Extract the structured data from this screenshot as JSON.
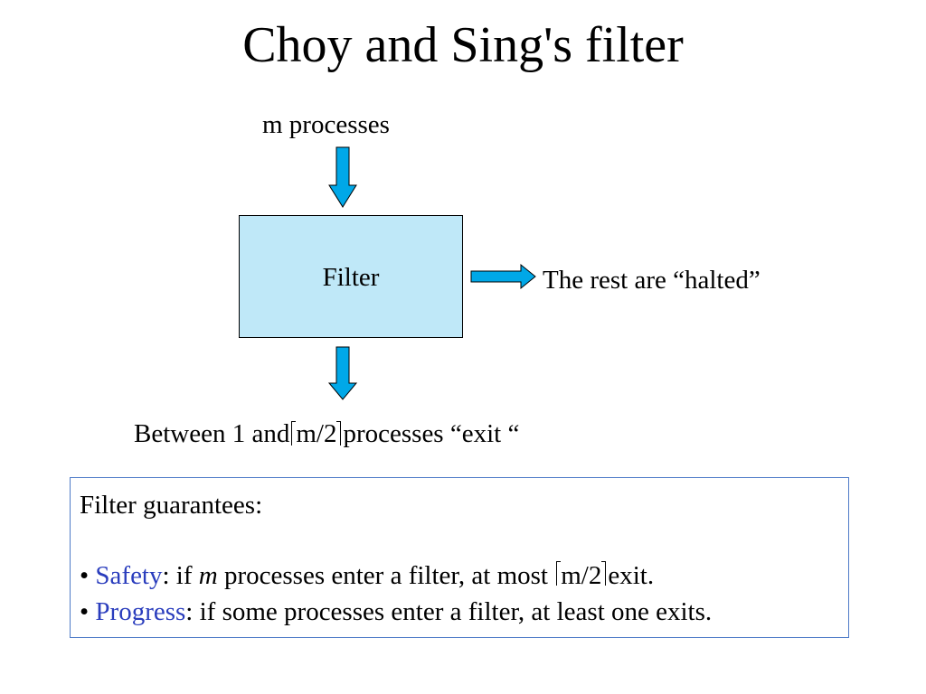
{
  "title": "Choy and Sing's filter",
  "diagram": {
    "input_label": "m processes",
    "filter_label": "Filter",
    "halted_label": "The rest are “halted”",
    "exit_label": {
      "prefix": "Between 1 and",
      "ceil_expr": "m/2",
      "suffix": "processes “exit “"
    }
  },
  "guarantees": {
    "heading": "Filter guarantees:",
    "safety": {
      "bullet": "• ",
      "term": "Safety",
      "text_1": ": if ",
      "var": "m",
      "text_2": " processes enter a filter, at most ",
      "ceil_expr": "m/2",
      "text_3": "exit."
    },
    "progress": {
      "bullet": "• ",
      "term": "Progress",
      "text": ": if some processes enter a filter, at least one exits."
    }
  },
  "colors": {
    "arrow_fill": "#00a8e8",
    "box_fill": "#bfe8f8",
    "accent_text": "#2a3dbd",
    "panel_border": "#4f7cc8"
  }
}
